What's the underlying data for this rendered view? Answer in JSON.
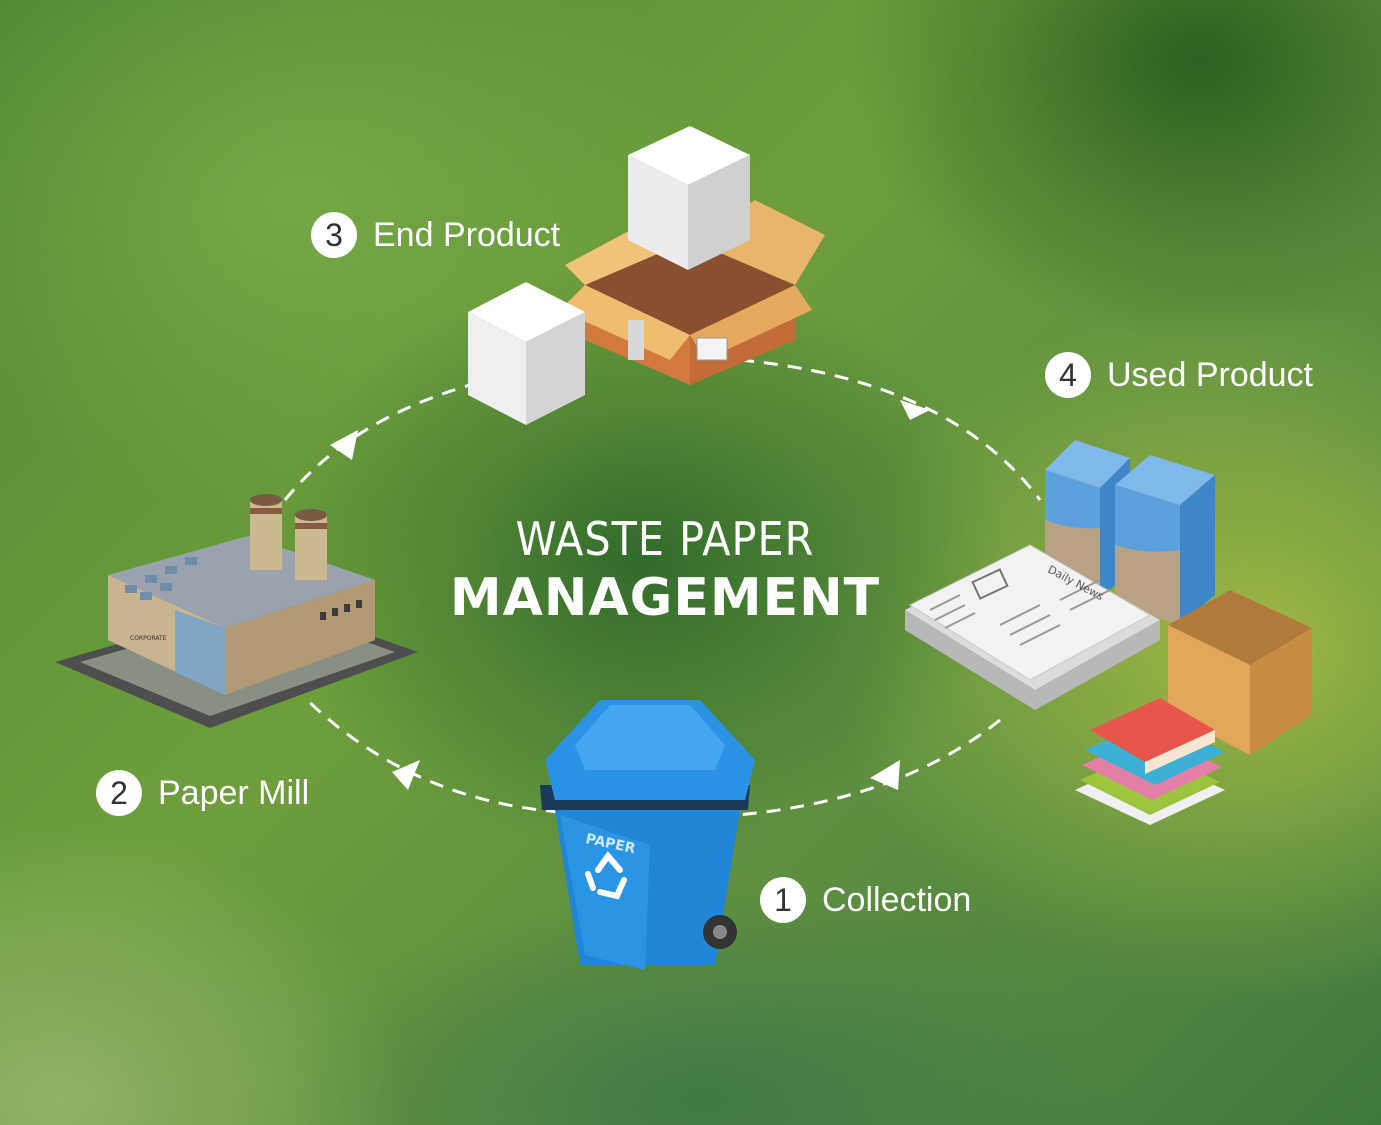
{
  "title": {
    "line1": "WASTE PAPER",
    "line2": "MANAGEMENT"
  },
  "steps": [
    {
      "number": "1",
      "label": "Collection"
    },
    {
      "number": "2",
      "label": "Paper Mill"
    },
    {
      "number": "3",
      "label": "End Product"
    },
    {
      "number": "4",
      "label": "Used Product"
    }
  ],
  "illustrations": {
    "bin_label": "PAPER",
    "newspaper_masthead": "Daily News",
    "mill_sign": "CORPORATE"
  },
  "colors": {
    "bin": "#1f86d8",
    "carton": "#6fb0e8",
    "box": "#e2a65a",
    "cube": "#f4f4f4",
    "text": "#ffffff"
  },
  "icons": [
    "recycle-icon",
    "arrow-icon"
  ]
}
